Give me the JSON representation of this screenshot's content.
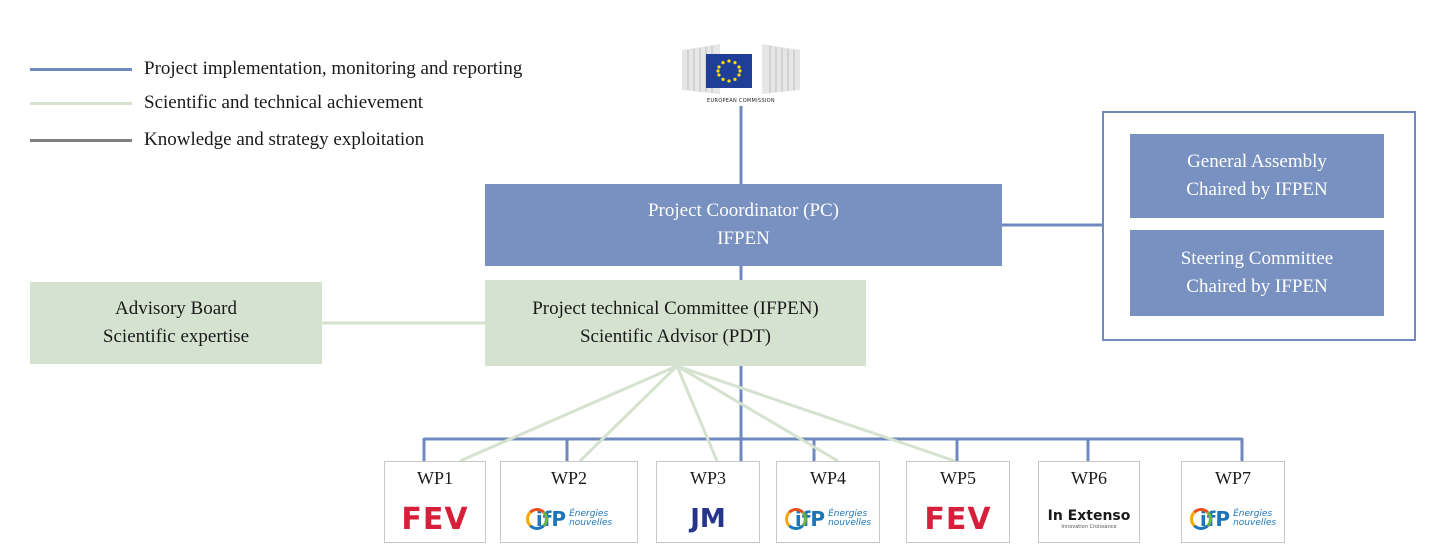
{
  "legend": [
    {
      "label": "Project implementation, monitoring and reporting",
      "color": "#6f89bf"
    },
    {
      "label": "Scientific and technical achievement",
      "color": "#d5e2cf"
    },
    {
      "label": "Knowledge and strategy exploitation",
      "color": "#7f7f7f"
    }
  ],
  "ec": {
    "label": "EUROPEAN COMMISSION"
  },
  "coordinator": {
    "line1": "Project Coordinator (PC)",
    "line2": "IFPEN"
  },
  "general_assembly": {
    "line1": "General Assembly",
    "line2": "Chaired by IFPEN"
  },
  "steering_committee": {
    "line1": "Steering Committee",
    "line2": "Chaired by IFPEN"
  },
  "advisory_board": {
    "line1": "Advisory Board",
    "line2": "Scientific expertise"
  },
  "ptc": {
    "line1": "Project technical Committee (IFPEN)",
    "line2": "Scientific Advisor (PDT)"
  },
  "work_packages": [
    {
      "label": "WP1",
      "logo": "FEV"
    },
    {
      "label": "WP2",
      "logo": "IFP Energies nouvelles"
    },
    {
      "label": "WP3",
      "logo": "JM"
    },
    {
      "label": "WP4",
      "logo": "IFP Energies nouvelles"
    },
    {
      "label": "WP5",
      "logo": "FEV"
    },
    {
      "label": "WP6",
      "logo": "In Extenso",
      "logo_sub": "Innovation Croissance"
    },
    {
      "label": "WP7",
      "logo": "IFP Energies nouvelles"
    }
  ],
  "logo_text": {
    "fev": "FEV",
    "jm": "JM",
    "ifp": "ifP",
    "ifp_sub1": "Énergies",
    "ifp_sub2": "nouvelles",
    "inext": "In Extenso",
    "inext_sub": "Innovation Croissance"
  },
  "colors": {
    "blue_line": "#6f89bf",
    "blue_box": "#7891c1",
    "green": "#d5e2cf",
    "gray": "#7f7f7f"
  }
}
